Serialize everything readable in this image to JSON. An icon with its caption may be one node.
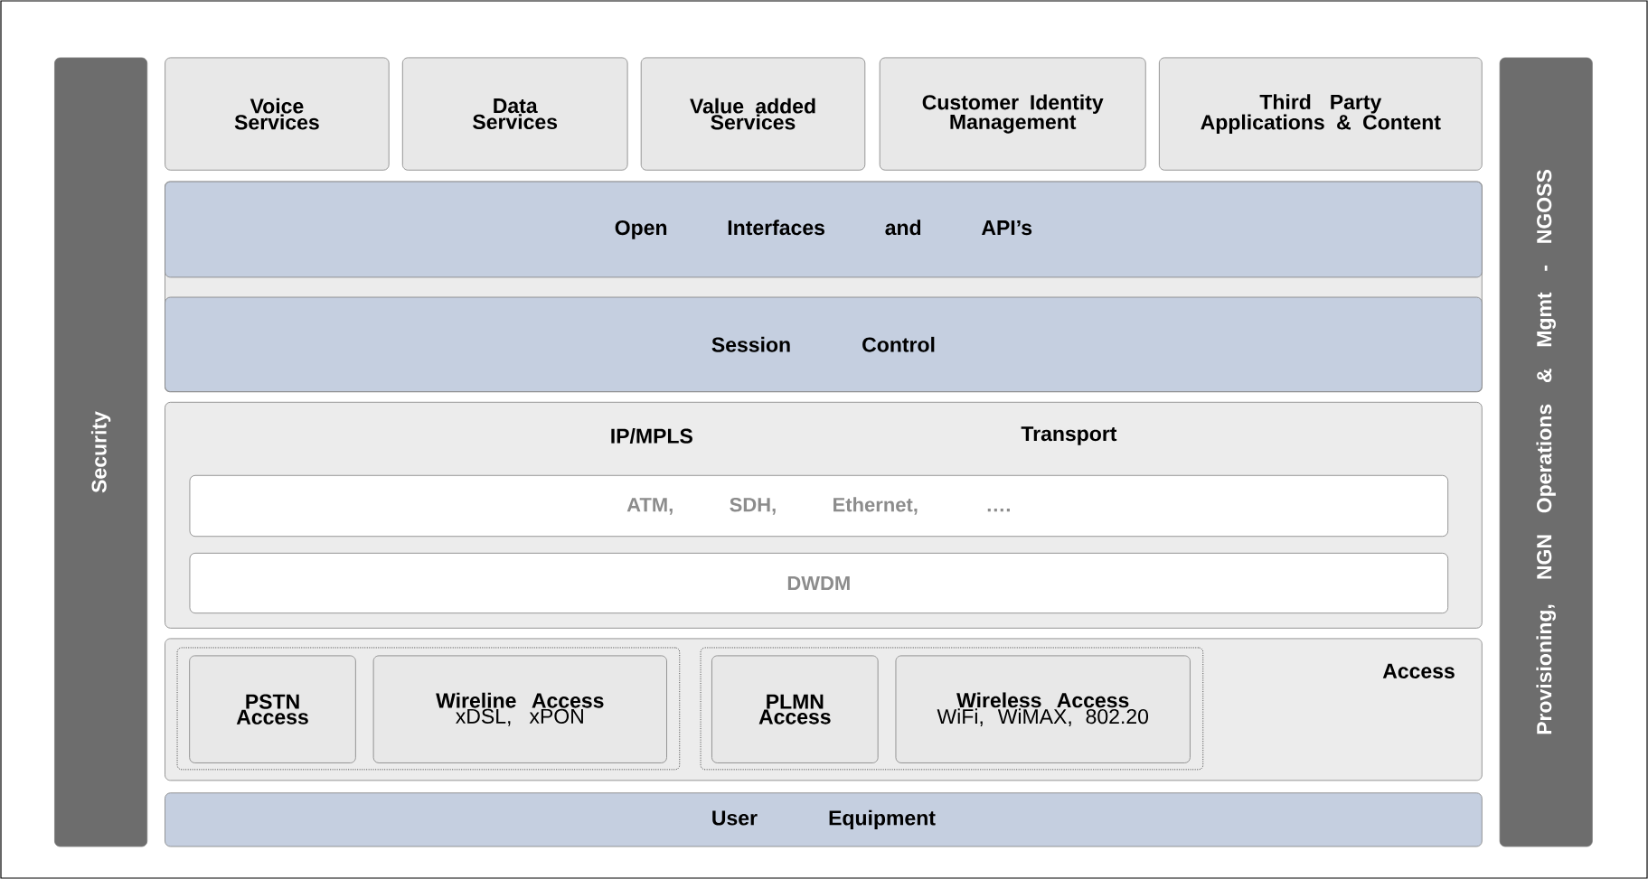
{
  "diagram": {
    "nodes": [
      {
        "text": [
          "Security"
        ]
      },
      {
        "text": [
          "Voice Services"
        ]
      },
      {
        "text": [
          "Data Services"
        ]
      },
      {
        "text": [
          "Value added Services"
        ]
      },
      {
        "text": [
          "Customer Identity Management"
        ]
      },
      {
        "text": [
          "Third Party Applications & Content"
        ]
      },
      {
        "text": [
          "Open Interfaces and API’s"
        ]
      },
      {
        "text": [
          "Session Control"
        ]
      },
      {
        "text": [
          "IP/MPLS",
          "Transport"
        ]
      },
      {
        "text": [
          "ATM, SDH, Ethernet, …."
        ],
        "in": 8
      },
      {
        "text": [
          "DWDM"
        ],
        "in": 8
      },
      {
        "text": [
          "Access"
        ]
      },
      {
        "text": [],
        "shape": "box",
        "in": 11
      },
      {
        "text": [
          "PSTN Access"
        ],
        "in": 12
      },
      {
        "text": [
          "Wireline Access",
          "xDSL, xPON"
        ],
        "in": 12
      },
      {
        "text": [],
        "shape": "box",
        "in": 11
      },
      {
        "text": [
          "PLMN Access"
        ],
        "in": 15
      },
      {
        "text": [
          "Wireless Access",
          "WiFi, WiMAX, 802.20"
        ],
        "in": 15
      },
      {
        "text": [
          "User Equipment"
        ]
      },
      {
        "text": [
          "Provisioning, NGN Operations & Mgmt - NGOSS"
        ]
      }
    ]
  }
}
